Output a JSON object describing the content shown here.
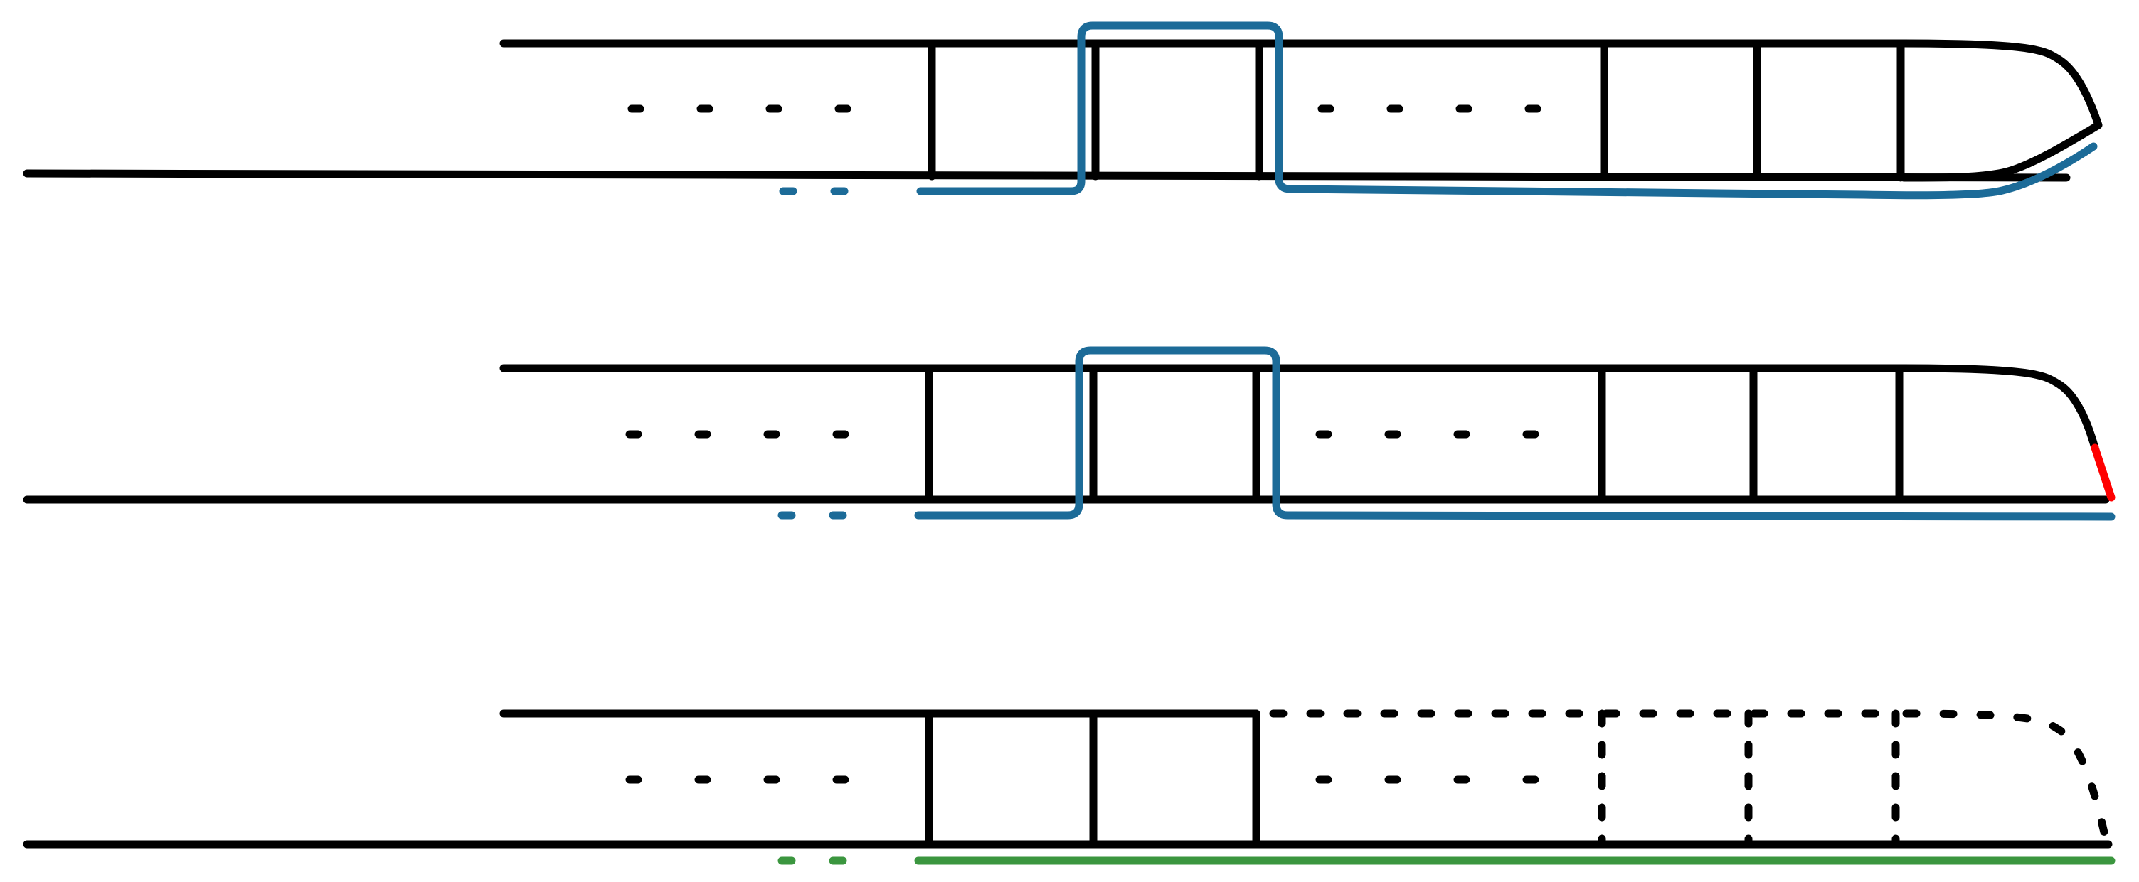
{
  "diagram": {
    "colors": {
      "structure": "#000000",
      "blue_path": "#1c6b98",
      "green_path": "#3b963f",
      "red_highlight": "#ff0000",
      "background": "#ffffff"
    },
    "rows": [
      {
        "id": "row-1",
        "ghost_segments": false,
        "overlay_path": "blue",
        "overlay_shape": "detour-with-curved-tail",
        "red_highlight": false
      },
      {
        "id": "row-2",
        "ghost_segments": false,
        "overlay_path": "blue",
        "overlay_shape": "detour-straight-tail",
        "red_highlight": true
      },
      {
        "id": "row-3",
        "ghost_segments": true,
        "overlay_path": "green",
        "overlay_shape": "straight",
        "red_highlight": false
      }
    ]
  }
}
